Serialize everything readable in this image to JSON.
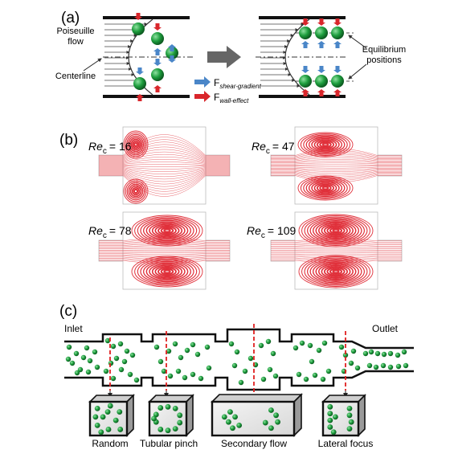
{
  "panel_a": {
    "label": "(a)",
    "poiseuille_label_line1": "Poiseuille",
    "poiseuille_label_line2": "flow",
    "centerline_label": "Centerline",
    "equilibrium_label_line1": "Equilibrium",
    "equilibrium_label_line2": "positions",
    "legend": {
      "shear_gradient": {
        "symbol": "F",
        "subscript": "shear-gradient",
        "color": "#4a86c8"
      },
      "wall_effect": {
        "symbol": "F",
        "subscript": "wall-effect",
        "color": "#d9262b"
      }
    },
    "particle_color": "#1e9e3e"
  },
  "panel_b": {
    "label": "(b)",
    "re_symbol": "Re",
    "re_subscript": "c",
    "cases": [
      {
        "value": "= 16"
      },
      {
        "value": "= 47"
      },
      {
        "value": "= 78"
      },
      {
        "value": "= 109"
      }
    ],
    "streamline_color": "#e0303a"
  },
  "panel_c": {
    "label": "(c)",
    "inlet_label": "Inlet",
    "outlet_label": "Outlet",
    "regimes": [
      "Random",
      "Tubular pinch",
      "Secondary flow",
      "Lateral focus"
    ],
    "cut_color": "#e02020"
  }
}
